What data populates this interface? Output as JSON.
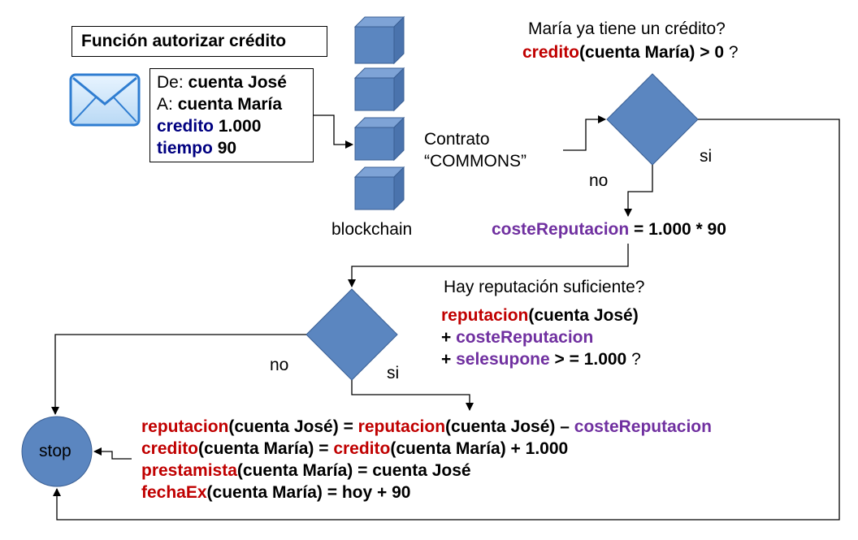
{
  "function_title": "Función autorizar crédito",
  "message": {
    "from_label": "De:",
    "from_value": "cuenta José",
    "to_label": "A:",
    "to_value": "cuenta María",
    "credito_label": "credito",
    "credito_value": "1.000",
    "tiempo_label": "tiempo",
    "tiempo_value": "90"
  },
  "blockchain_label": "blockchain",
  "contract": {
    "line1": "Contrato",
    "line2": "“COMMONS”"
  },
  "question1": {
    "text": "María ya tiene un crédito?",
    "cond_fn": "credito",
    "cond_rest": "(cuenta María) > 0",
    "cond_q": " ?"
  },
  "decision1": {
    "yes": "si",
    "no": "no"
  },
  "coste": {
    "var": "costeReputacion",
    "expr": " = 1.000 * 90"
  },
  "question2": {
    "text": "Hay reputación suficiente?",
    "line1_fn": "reputacion",
    "line1_rest": "(cuenta José)",
    "line2_op": "+ ",
    "line2_var": "costeReputacion",
    "line3_op": "+ ",
    "line3_var": "selesupone",
    "line3_rest": " > = 1.000",
    "line3_q": " ?"
  },
  "decision2": {
    "yes": "si",
    "no": "no"
  },
  "actions": {
    "a1_fn": "reputacion",
    "a1_mid": "(cuenta José) = ",
    "a1_fn2": "reputacion",
    "a1_mid2": "(cuenta José) – ",
    "a1_var": "costeReputacion",
    "a2_fn": "credito",
    "a2_mid": "(cuenta María) = ",
    "a2_fn2": "credito",
    "a2_rest": "(cuenta María) + 1.000",
    "a3_fn": "prestamista",
    "a3_rest": "(cuenta María) = cuenta José",
    "a4_fn": "fechaEx",
    "a4_rest": "(cuenta María) = hoy + 90"
  },
  "stop_label": "stop",
  "colors": {
    "shape_fill": "#5b86c0",
    "shape_stroke": "#3a5f94",
    "red": "#c00000",
    "navy": "#000080",
    "purple": "#7030a0"
  },
  "icons": [
    "envelope-icon",
    "blockchain-block-icon"
  ]
}
